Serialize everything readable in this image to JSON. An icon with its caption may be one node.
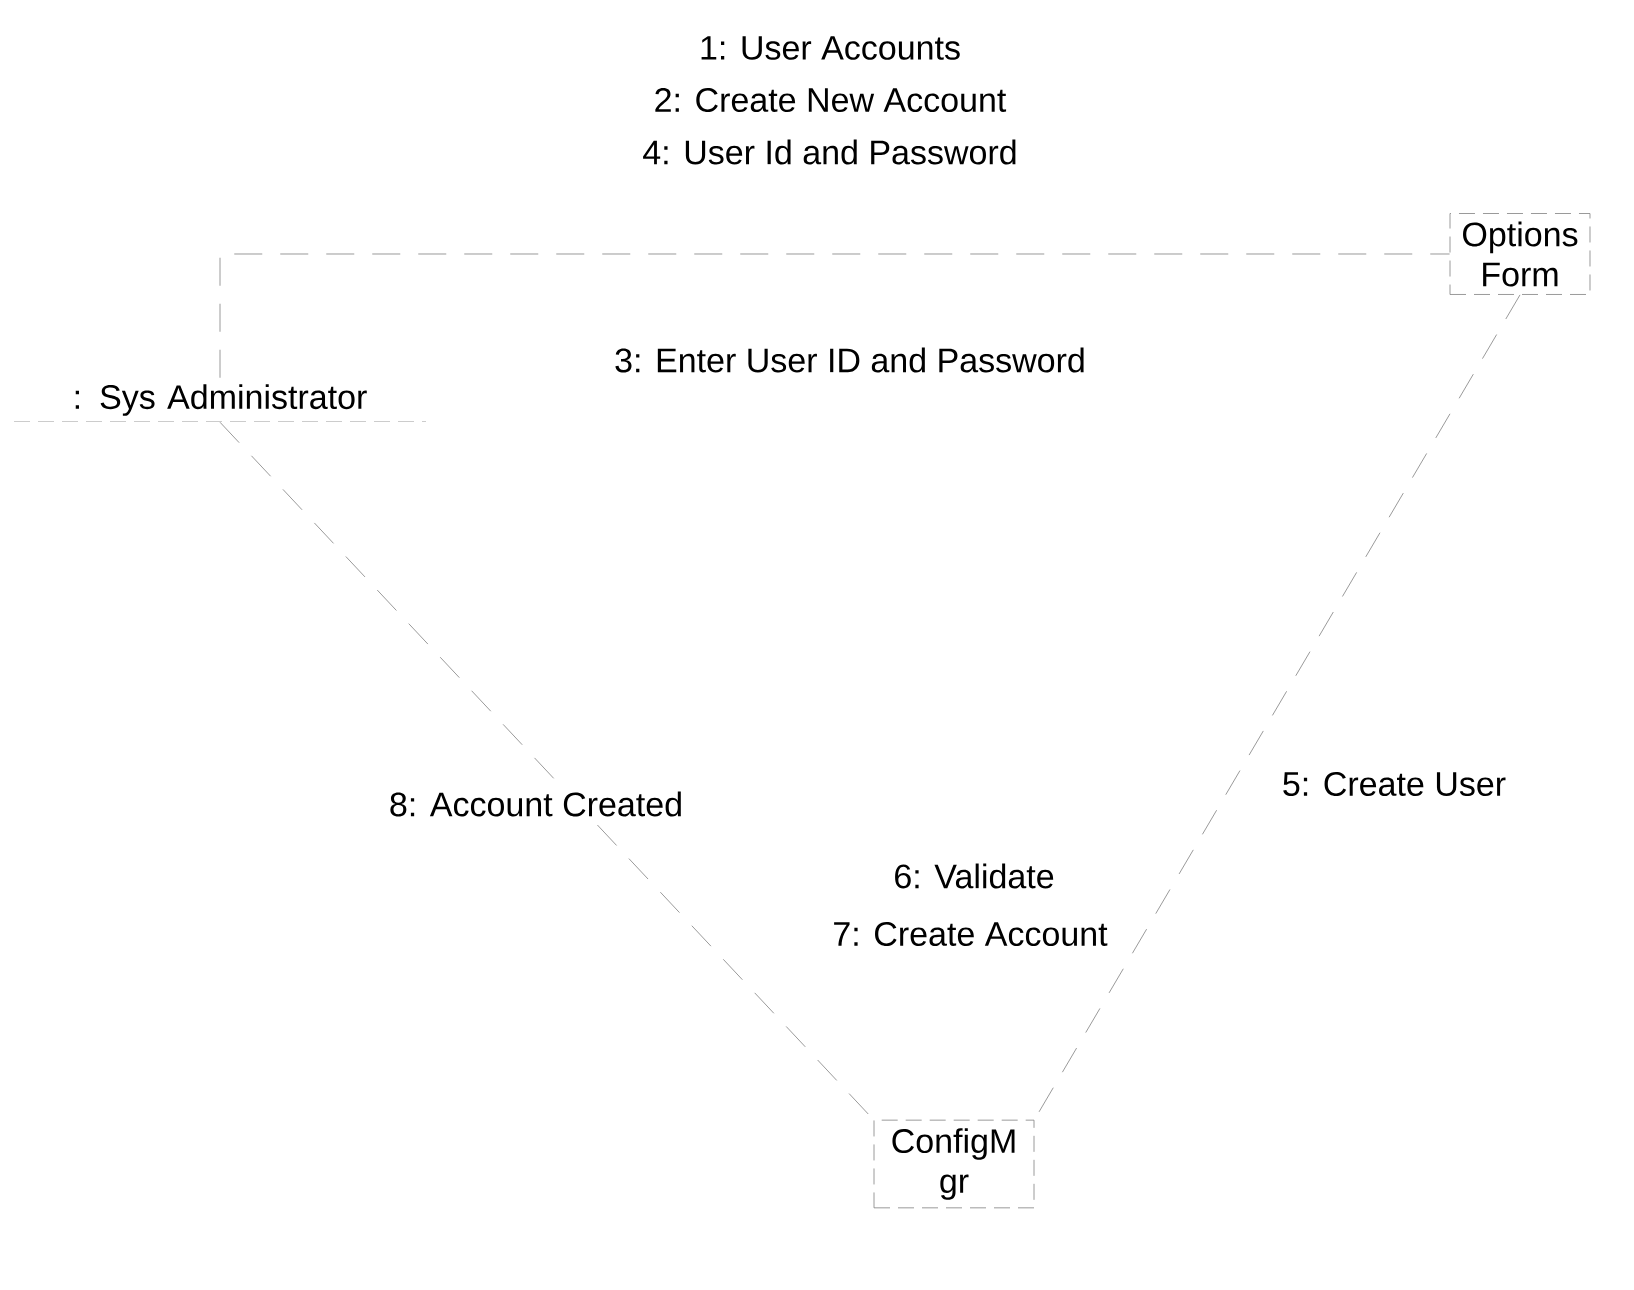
{
  "diagram": {
    "nodes": [
      {
        "text": [
          ": Sys Administrator"
        ]
      },
      {
        "text": [
          "Options Form"
        ]
      },
      {
        "text": [
          "ConfigM gr"
        ]
      }
    ],
    "edges": [
      {
        "from": 0,
        "to": 1,
        "arrow": "none"
      },
      {
        "from": 1,
        "to": 2,
        "arrow": "none",
        "label": "5: Create User"
      },
      {
        "from": 0,
        "to": 2,
        "arrow": "none",
        "label": "8: Account Created"
      }
    ],
    "labels": [
      "1: User Accounts",
      "2: Create New Account",
      "4: User Id and Password",
      "3: Enter User ID and Password",
      "6: Validate",
      "7: Create Account"
    ]
  }
}
